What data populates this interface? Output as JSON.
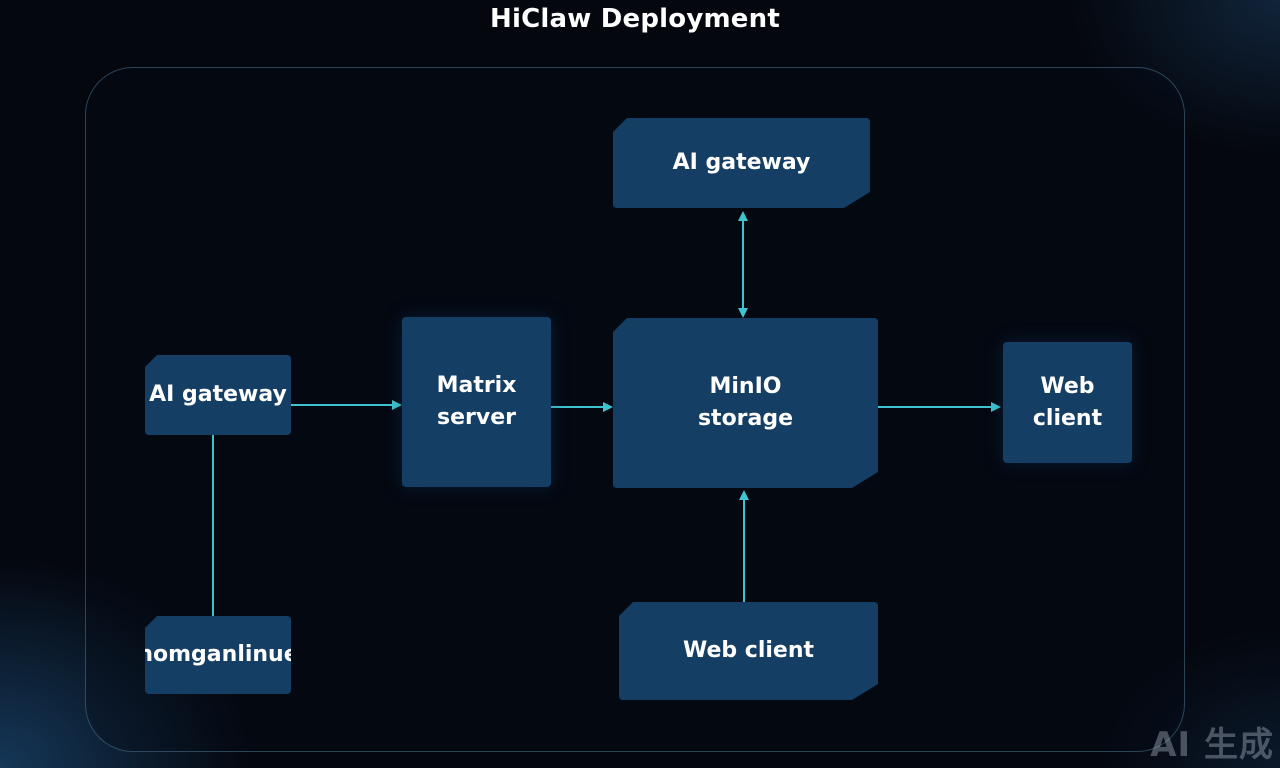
{
  "title": "HiClaw Deployment",
  "nodes": {
    "ai_gateway_top": "AI gateway",
    "ai_gateway_left": "AI gateway",
    "matrix_server": "Matrix\nserver",
    "minio_storage": "MinIO\nstorage",
    "web_client_right": "Web\nclient",
    "nomganlinue": "nomganlinue",
    "web_client_bottom": "Web client"
  },
  "edges": [
    {
      "from": "ai_gateway_left",
      "to": "matrix_server",
      "direction": "forward"
    },
    {
      "from": "matrix_server",
      "to": "minio_storage",
      "direction": "forward"
    },
    {
      "from": "minio_storage",
      "to": "web_client_right",
      "direction": "forward"
    },
    {
      "from": "minio_storage",
      "to": "ai_gateway_top",
      "direction": "both"
    },
    {
      "from": "web_client_bottom",
      "to": "minio_storage",
      "direction": "forward"
    },
    {
      "from": "ai_gateway_left",
      "to": "nomganlinue",
      "direction": "none"
    }
  ],
  "colors": {
    "background": "#04070e",
    "node_fill": "#153e64",
    "connector": "#3fc4cf",
    "text": "#ffffff"
  },
  "watermark": "AI 生成"
}
